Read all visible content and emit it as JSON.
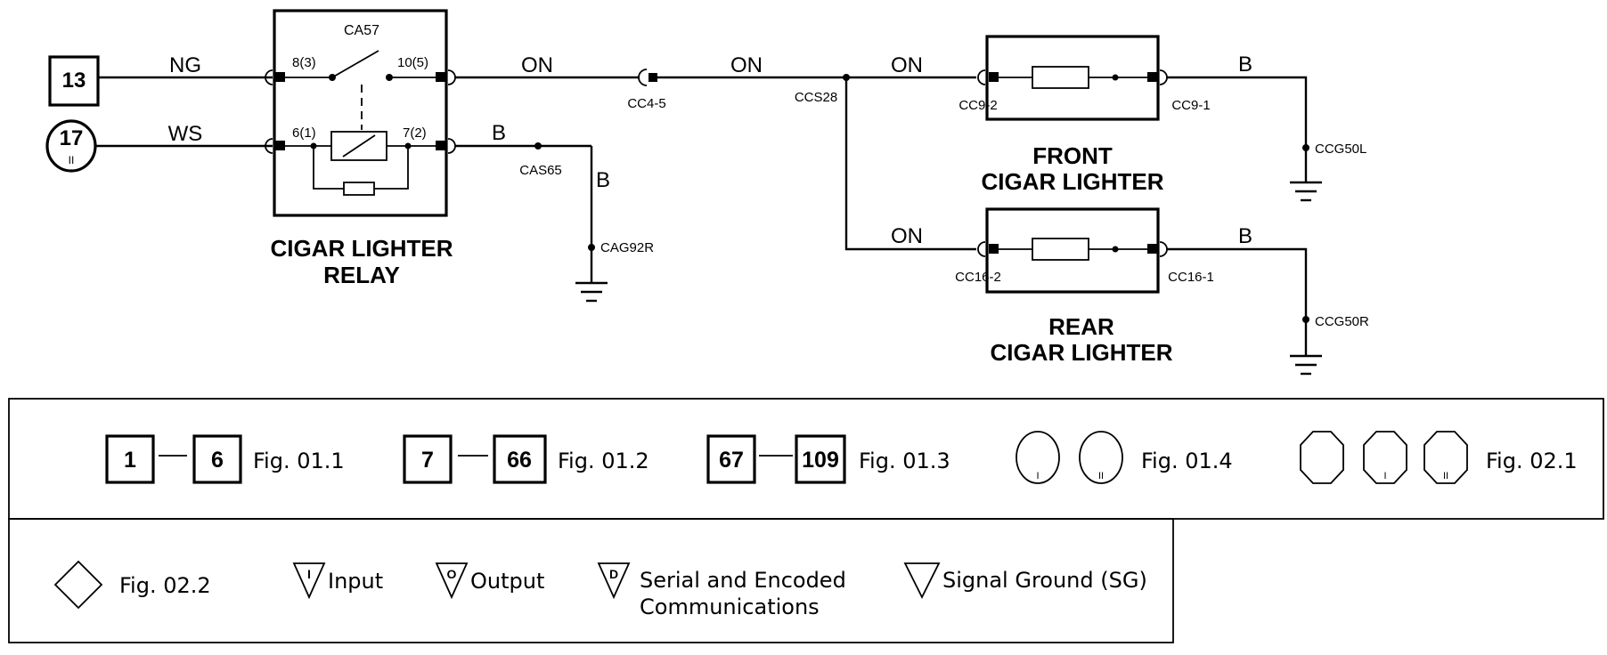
{
  "diagram": {
    "refs": {
      "box_13": "13",
      "circle_17": "17",
      "circle_17_sub": "II"
    },
    "wires": {
      "ng": "NG",
      "ws": "WS",
      "on1": "ON",
      "on2": "ON",
      "on3": "ON",
      "on4": "ON",
      "b_relay": "B",
      "b_front": "B",
      "b_rear": "B"
    },
    "relay": {
      "name": "CA57",
      "title_line1": "CIGAR LIGHTER",
      "title_line2": "RELAY",
      "pin_8": "8(3)",
      "pin_10": "10(5)",
      "pin_6": "6(1)",
      "pin_7": "7(2)"
    },
    "connectors": {
      "cas65": "CAS65",
      "cag92r": "CAG92R",
      "cc4_5": "CC4-5",
      "ccs28": "CCS28",
      "cc9_2": "CC9-2",
      "cc9_1": "CC9-1",
      "ccg50l": "CCG50L",
      "cc16_2": "CC16-2",
      "cc16_1": "CC16-1",
      "ccg50r": "CCG50R"
    },
    "front": {
      "line1": "FRONT",
      "line2": "CIGAR LIGHTER"
    },
    "rear": {
      "line1": "REAR",
      "line2": "CIGAR LIGHTER"
    }
  },
  "legend": {
    "row1": [
      {
        "from": "1",
        "to": "6",
        "fig": "Fig. 01.1"
      },
      {
        "from": "7",
        "to": "66",
        "fig": "Fig. 01.2"
      },
      {
        "from": "67",
        "to": "109",
        "fig": "Fig. 01.3"
      },
      {
        "circle_a": "I",
        "circle_b": "II",
        "fig": "Fig. 01.4"
      },
      {
        "oct_b": "I",
        "oct_c": "II",
        "fig": "Fig. 02.1"
      }
    ],
    "row2": {
      "diamond_fig": "Fig. 02.2",
      "input_letter": "I",
      "input_label": "Input",
      "output_letter": "O",
      "output_label": "Output",
      "serial_letter": "D",
      "serial_label_1": "Serial and Encoded",
      "serial_label_2": "Communications",
      "signal_label": "Signal Ground (SG)"
    }
  }
}
